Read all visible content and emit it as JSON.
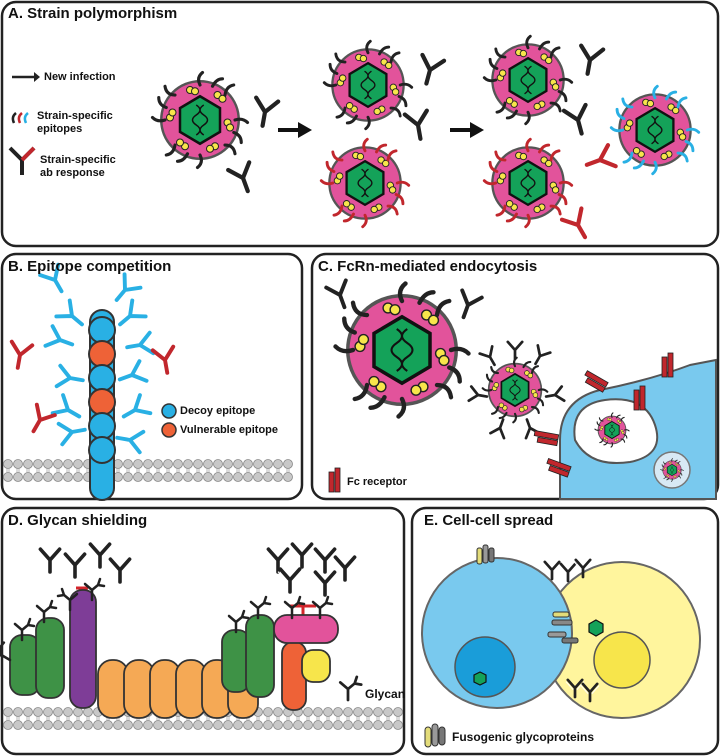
{
  "panel_a": {
    "title": "A. Strain polymorphism",
    "legend_new_infection": "New infection",
    "legend_epitopes_line1": "Strain-specific",
    "legend_epitopes_line2": "epitopes",
    "legend_ab_line1": "Strain-specific",
    "legend_ab_line2": "ab response"
  },
  "panel_b": {
    "title": "B. Epitope competition",
    "legend_decoy": "Decoy epitope",
    "legend_vulnerable": "Vulnerable epitope"
  },
  "panel_c": {
    "title": "C. FcRn-mediated endocytosis",
    "legend_fc": "Fc receptor"
  },
  "panel_d": {
    "title": "D. Glycan shielding",
    "legend_glycan": "Glycan"
  },
  "panel_e": {
    "title": "E. Cell-cell spread",
    "legend_fusogenic": "Fusogenic glycoproteins"
  },
  "colors": {
    "virion_pink": "#E2539B",
    "capsid_green": "#14A259",
    "blue": "#29B0E4",
    "red": "#D3252B",
    "orange": "#EE6237",
    "yellow": "#F7E54B",
    "light_yellow": "#FFF59D",
    "light_blue": "#79C9EE",
    "purple": "#7E3D97",
    "glycan_green": "#3E9246",
    "peach": "#F5A955",
    "membrane_gray": "#C8C8C8"
  }
}
